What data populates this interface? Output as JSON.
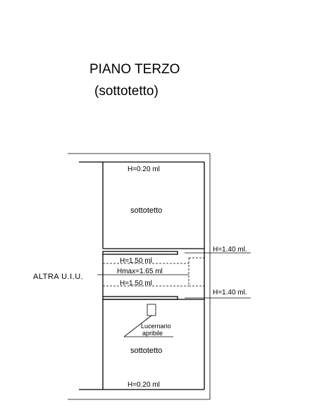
{
  "title": {
    "line1": "PIANO TERZO",
    "line2": "(sottotetto)"
  },
  "rooms": {
    "upper_height": "H=0.20 ml",
    "upper_name": "sottotetto",
    "lower_name": "sottotetto",
    "lower_height": "H=0.20 ml"
  },
  "center": {
    "h_top": "H=1.50 ml",
    "h_max": "Hmax=1.65 ml",
    "h_bottom": "H=1.50 ml"
  },
  "side_label": "ALTRA U.I.U.",
  "right_heights": {
    "top": "H=1.40 ml.",
    "bottom": "H=1.40 ml."
  },
  "skylight": {
    "line1": "Lucernario",
    "line2": "apribile"
  }
}
